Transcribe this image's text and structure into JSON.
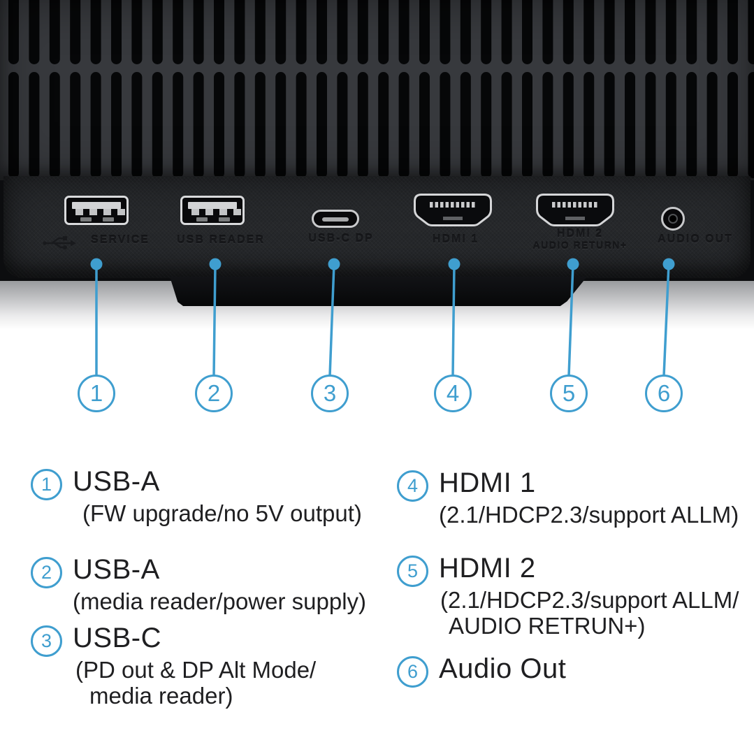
{
  "colors": {
    "accent_blue": "#3f9ecf",
    "device_body": "#0c0d0f",
    "vent_rib": "#37393d",
    "vent_slot": "#060708",
    "io_panel": "#26282b",
    "port_outline": "#d8d9db",
    "engraved_label": "#17181b",
    "legend_text": "#1f1f21",
    "background": "#ffffff"
  },
  "device": {
    "ports": [
      {
        "type": "USB-A",
        "label": "SERVICE",
        "icon": "usb-trident-icon"
      },
      {
        "type": "USB-A",
        "label": "USB READER"
      },
      {
        "type": "USB-C",
        "label": "USB-C DP"
      },
      {
        "type": "HDMI",
        "label": "HDMI 1"
      },
      {
        "type": "HDMI",
        "label": "HDMI 2",
        "label2": "AUDIO RETURN+"
      },
      {
        "type": "3.5mm-jack",
        "label": "AUDIO OUT"
      }
    ]
  },
  "callouts": [
    "1",
    "2",
    "3",
    "4",
    "5",
    "6"
  ],
  "legend": {
    "items": [
      {
        "num": "1",
        "title": "USB-A",
        "desc": [
          "(FW upgrade/no 5V output)"
        ]
      },
      {
        "num": "2",
        "title": "USB-A",
        "desc": [
          "(media reader/power supply)"
        ]
      },
      {
        "num": "3",
        "title": "USB-C",
        "desc": [
          "(PD out & DP Alt Mode/",
          "media reader)"
        ]
      },
      {
        "num": "4",
        "title": "HDMI 1",
        "desc": [
          "(2.1/HDCP2.3/support ALLM)"
        ]
      },
      {
        "num": "5",
        "title": "HDMI 2",
        "desc": [
          "(2.1/HDCP2.3/support ALLM/",
          "AUDIO RETRUN+)"
        ]
      },
      {
        "num": "6",
        "title": "Audio Out",
        "desc": []
      }
    ]
  }
}
